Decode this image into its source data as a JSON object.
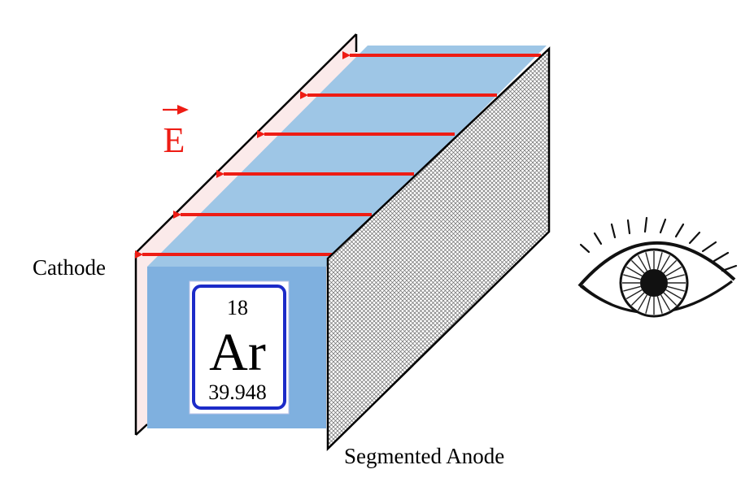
{
  "labels": {
    "cathode": "Cathode",
    "anode": "Segmented Anode",
    "field_symbol": "E"
  },
  "element_tile": {
    "atomic_number": "18",
    "symbol": "Ar",
    "atomic_mass": "39.948"
  },
  "colors": {
    "field_arrows": "#ee1c14",
    "gas_volume_front": "#7fb0df",
    "gas_volume_top": "#9ec6e6",
    "cathode_plate": "#fbeaea",
    "anode_mesh": "#cccccc",
    "tile_border": "#1c2bc8"
  },
  "icons": {
    "field_vector": "vector-arrow-icon",
    "observer": "eye-icon"
  }
}
